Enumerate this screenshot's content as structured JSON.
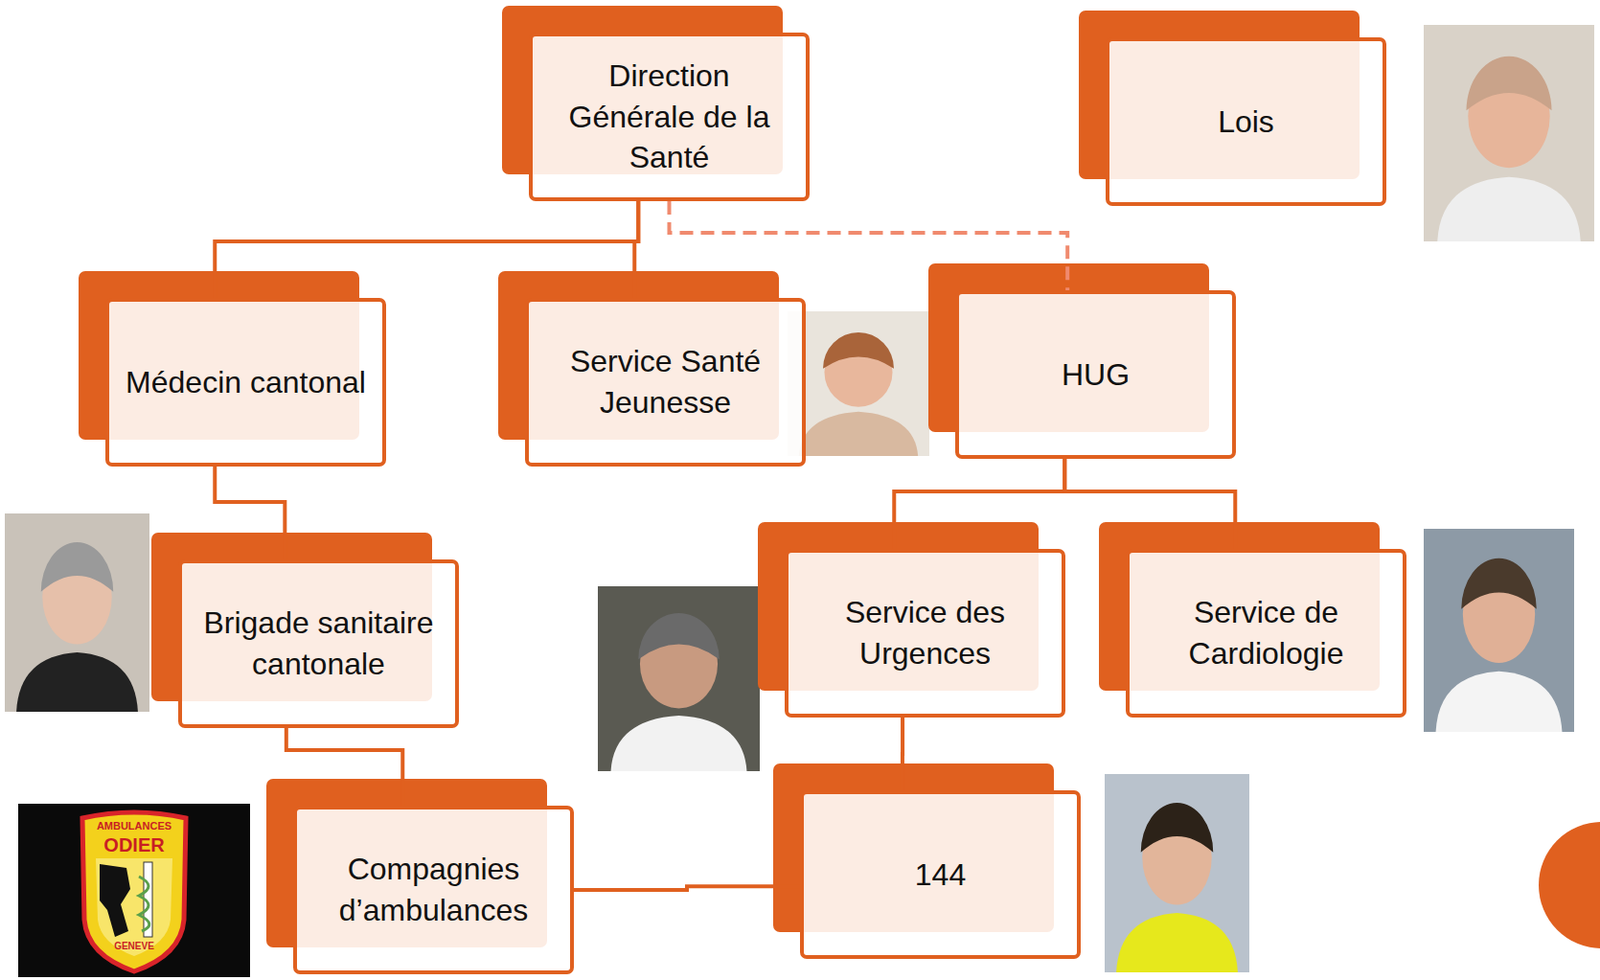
{
  "diagram": {
    "nodes": [
      {
        "text": [
          "Direction Générale de la Santé"
        ]
      },
      {
        "text": [
          "Lois"
        ]
      },
      {
        "text": [
          "Médecin cantonal"
        ]
      },
      {
        "text": [
          "Service Santé Jeunesse"
        ]
      },
      {
        "text": [
          "HUG"
        ]
      },
      {
        "text": [
          "Brigade sanitaire cantonale"
        ]
      },
      {
        "text": [
          "Service des Urgences"
        ]
      },
      {
        "text": [
          "Service de Cardiologie"
        ]
      },
      {
        "text": [
          "Compagnies d’ambulances"
        ]
      },
      {
        "text": [
          "144"
        ]
      }
    ],
    "edges": [
      {
        "from": 0,
        "to": 2,
        "arrow": "none"
      },
      {
        "from": 0,
        "to": 3,
        "arrow": "none"
      },
      {
        "from": 0,
        "to": 4,
        "arrow": "none"
      },
      {
        "from": 2,
        "to": 5,
        "arrow": "none"
      },
      {
        "from": 4,
        "to": 6,
        "arrow": "none"
      },
      {
        "from": 4,
        "to": 7,
        "arrow": "none"
      },
      {
        "from": 5,
        "to": 8,
        "arrow": "none"
      },
      {
        "from": 6,
        "to": 9,
        "arrow": "none"
      },
      {
        "from": 8,
        "to": 9,
        "arrow": "none"
      }
    ],
    "labels": [
      "AMBULANCES",
      "ODIER",
      "GENEVE"
    ]
  }
}
